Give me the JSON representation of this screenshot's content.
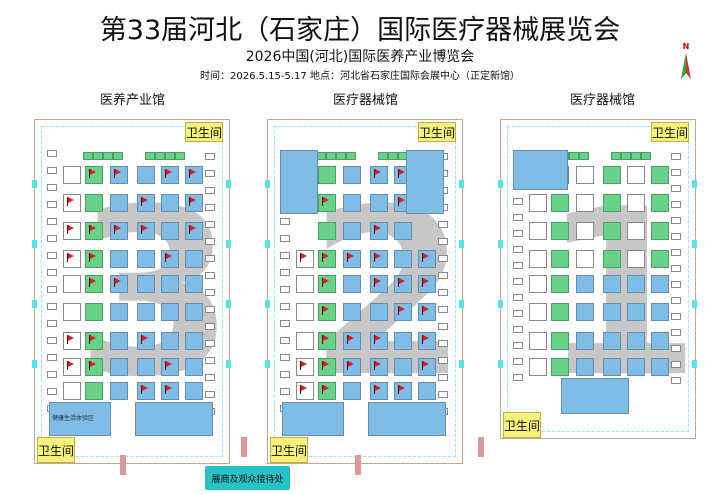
{
  "header": {
    "title": "第33届河北（石家庄）国际医疗器械展览会",
    "subtitle": "2026中国(河北)国际医养产业博览会",
    "info": "时间：2026.5.15-5.17    地点：河北省石家庄国际会展中心（正定新馆）"
  },
  "compass": {
    "label": "N"
  },
  "halls": [
    {
      "label": "医养产业馆",
      "watermark": "3",
      "restrooms": [
        "卫生间",
        "卫生间"
      ],
      "zone_label": "健康生活体验区"
    },
    {
      "label": "医疗器械馆",
      "watermark": "2",
      "restrooms": [
        "卫生间",
        "卫生间"
      ]
    },
    {
      "label": "医疗器械馆",
      "watermark": "1",
      "restrooms": [
        "卫生间",
        "卫生间"
      ]
    }
  ],
  "reception": "展商及观众接待处",
  "colors": {
    "booth_blue": "#7fbde6",
    "booth_green": "#69d18a",
    "restroom": "#f6f07c",
    "flag": "#d42020",
    "reception": "#28c2c6"
  }
}
